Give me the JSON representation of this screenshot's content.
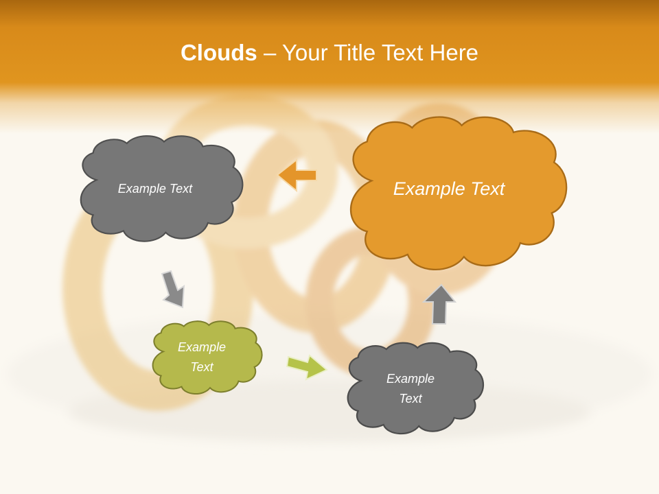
{
  "slide": {
    "title_bold": "Clouds",
    "title_rest": " – Your Title Text Here"
  },
  "clouds": [
    {
      "id": "top-left",
      "label": "Example Text",
      "color": "#777777",
      "text_color": "#ffffff"
    },
    {
      "id": "top-right",
      "label": "Example Text",
      "color": "#e49a2d",
      "text_color": "#ffffff"
    },
    {
      "id": "bottom-left",
      "label": "Example Text",
      "color": "#b5b94c",
      "text_color": "#ffffff"
    },
    {
      "id": "bottom-right",
      "label": "Example Text",
      "color": "#757575",
      "text_color": "#ffffff"
    }
  ],
  "arrows": [
    {
      "id": "arrow-left",
      "direction": "left",
      "color": "#e4952a"
    },
    {
      "id": "arrow-down-right",
      "direction": "down-right",
      "color": "#8a8a8a"
    },
    {
      "id": "arrow-right",
      "direction": "right",
      "color": "#b5c34a"
    },
    {
      "id": "arrow-up",
      "direction": "up",
      "color": "#7c7c7c"
    }
  ],
  "colors": {
    "header": "#e0951f",
    "background": "#fbf8f1"
  }
}
